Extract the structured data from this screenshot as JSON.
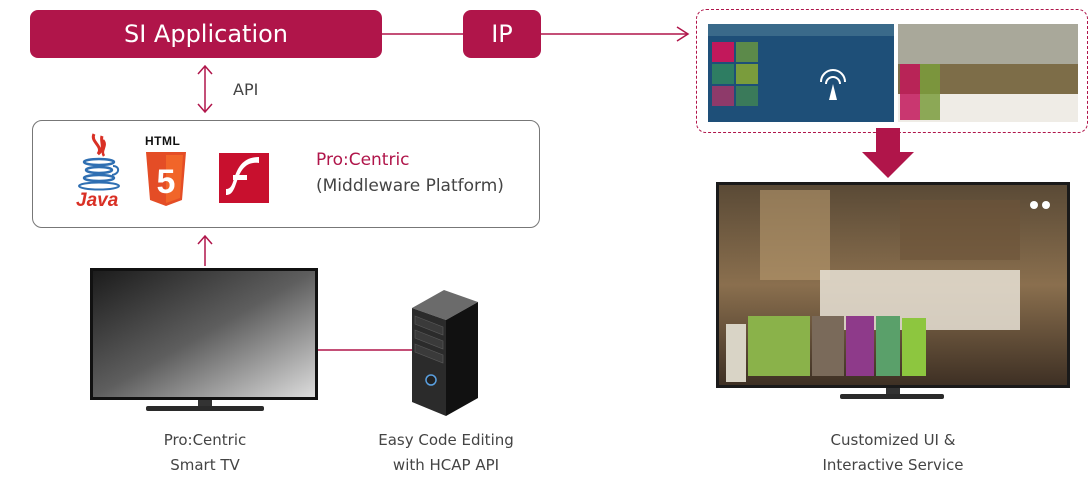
{
  "si_app": {
    "label": "SI Application"
  },
  "ip": {
    "label": "IP"
  },
  "api": {
    "label": "API"
  },
  "middleware": {
    "title": "Pro:Centric",
    "subtitle": "(Middleware Platform)",
    "logos": [
      "java-logo",
      "html5-logo",
      "flash-logo"
    ],
    "html5_text": "HTML",
    "java_text": "Java"
  },
  "tv": {
    "caption_line1": "Pro:Centric",
    "caption_line2": "Smart TV"
  },
  "server": {
    "caption_line1": "Easy Code Editing",
    "caption_line2": "with HCAP API"
  },
  "result": {
    "caption_line1": "Customized UI &",
    "caption_line2": "Interactive Service"
  },
  "colors": {
    "accent": "#b0154a",
    "java_red": "#d93025",
    "java_blue": "#2f6fb2",
    "html5_orange": "#e44d26",
    "flash_red": "#c8102e"
  }
}
